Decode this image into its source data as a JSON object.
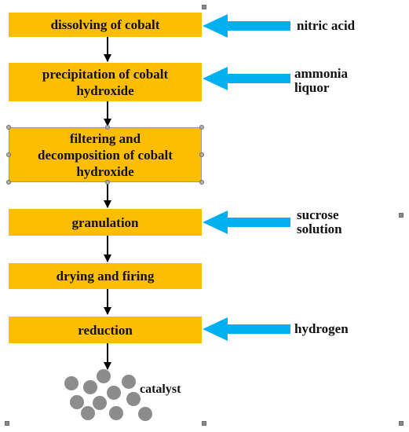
{
  "colors": {
    "box": "#fdbe02",
    "input_arrow": "#00b0f0",
    "flow_arrow": "#000000",
    "particle": "#8c8c8c"
  },
  "steps": [
    {
      "label": "dissolving of cobalt"
    },
    {
      "label": "precipitation of cobalt hydroxide"
    },
    {
      "label": "filtering and decomposition of cobalt hydroxide"
    },
    {
      "label": "granulation"
    },
    {
      "label": "drying and firing"
    },
    {
      "label": "reduction"
    }
  ],
  "inputs": [
    {
      "label": "nitric acid"
    },
    {
      "label": "ammonia liquor"
    },
    {
      "label": "sucrose solution"
    },
    {
      "label": "hydrogen"
    }
  ],
  "product": {
    "label": "catalyst"
  }
}
